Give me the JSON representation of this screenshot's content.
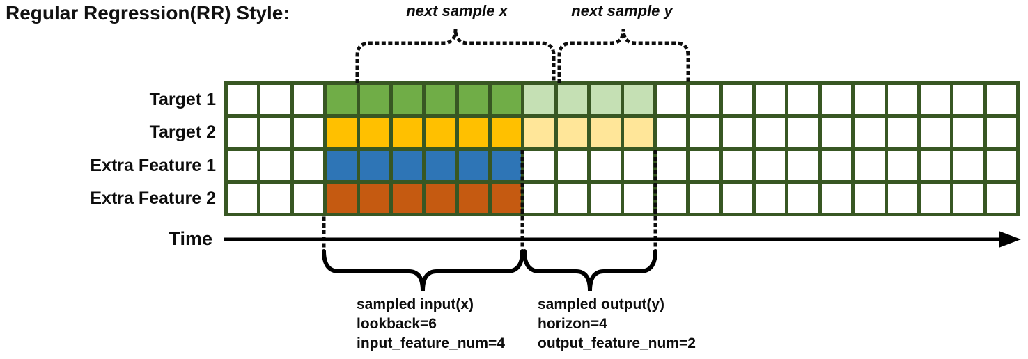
{
  "title": "Regular Regression(RR) Style:",
  "annotations": {
    "next_sample_x": "next sample x",
    "next_sample_y": "next sample y",
    "sampled_input": {
      "lines": [
        "sampled input(x)",
        "lookback=6",
        "input_feature_num=4"
      ]
    },
    "sampled_output": {
      "lines": [
        "sampled output(y)",
        "horizon=4",
        "output_feature_num=2"
      ]
    }
  },
  "time_axis": {
    "label": "Time"
  },
  "grid": {
    "columns": 24,
    "lead_in_cols": 3,
    "input_cols": 6,
    "output_cols": 4,
    "border_color": "#385723",
    "empty_color": "#ffffff",
    "rows": [
      {
        "label": "Target 1",
        "input_color": "#70ad47",
        "output_color": "#c5e0b4",
        "has_output": true
      },
      {
        "label": "Target 2",
        "input_color": "#ffc000",
        "output_color": "#ffe699",
        "has_output": true
      },
      {
        "label": "Extra Feature 1",
        "input_color": "#2e75b6",
        "output_color": null,
        "has_output": false
      },
      {
        "label": "Extra Feature 2",
        "input_color": "#c55a11",
        "output_color": null,
        "has_output": false
      }
    ]
  }
}
